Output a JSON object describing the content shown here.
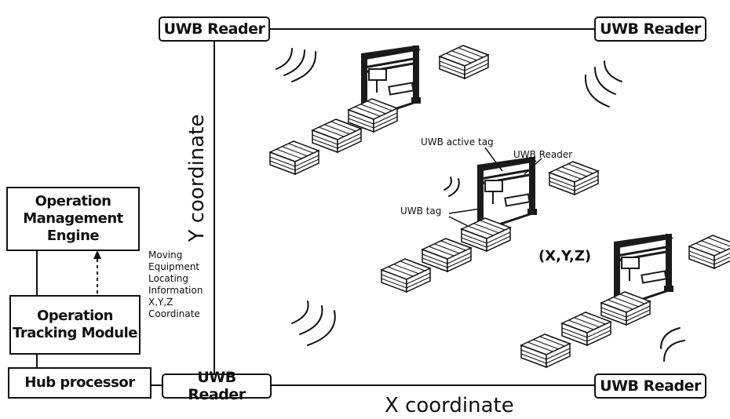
{
  "readers": {
    "top_left": "UWB Reader",
    "top_right": "UWB Reader",
    "bottom_left": "UWB Reader",
    "bottom_right": "UWB Reader"
  },
  "system": {
    "engine": "Operation Management Engine",
    "tracking": "Operation Tracking Module",
    "hub": "Hub processor"
  },
  "info_text": "Moving Equipment Locating Information X,Y,Z Coordinate",
  "axes": {
    "x": "X coordinate",
    "y": "Y coordinate"
  },
  "annotations": {
    "active_tag": "UWB active tag",
    "reader_on_crane": "UWB Reader",
    "tag": "UWB tag",
    "position": "(X,Y,Z)"
  },
  "colors": {
    "line": "#111111",
    "crane": "#1a1a1a",
    "container_fill": "#ffffff"
  }
}
